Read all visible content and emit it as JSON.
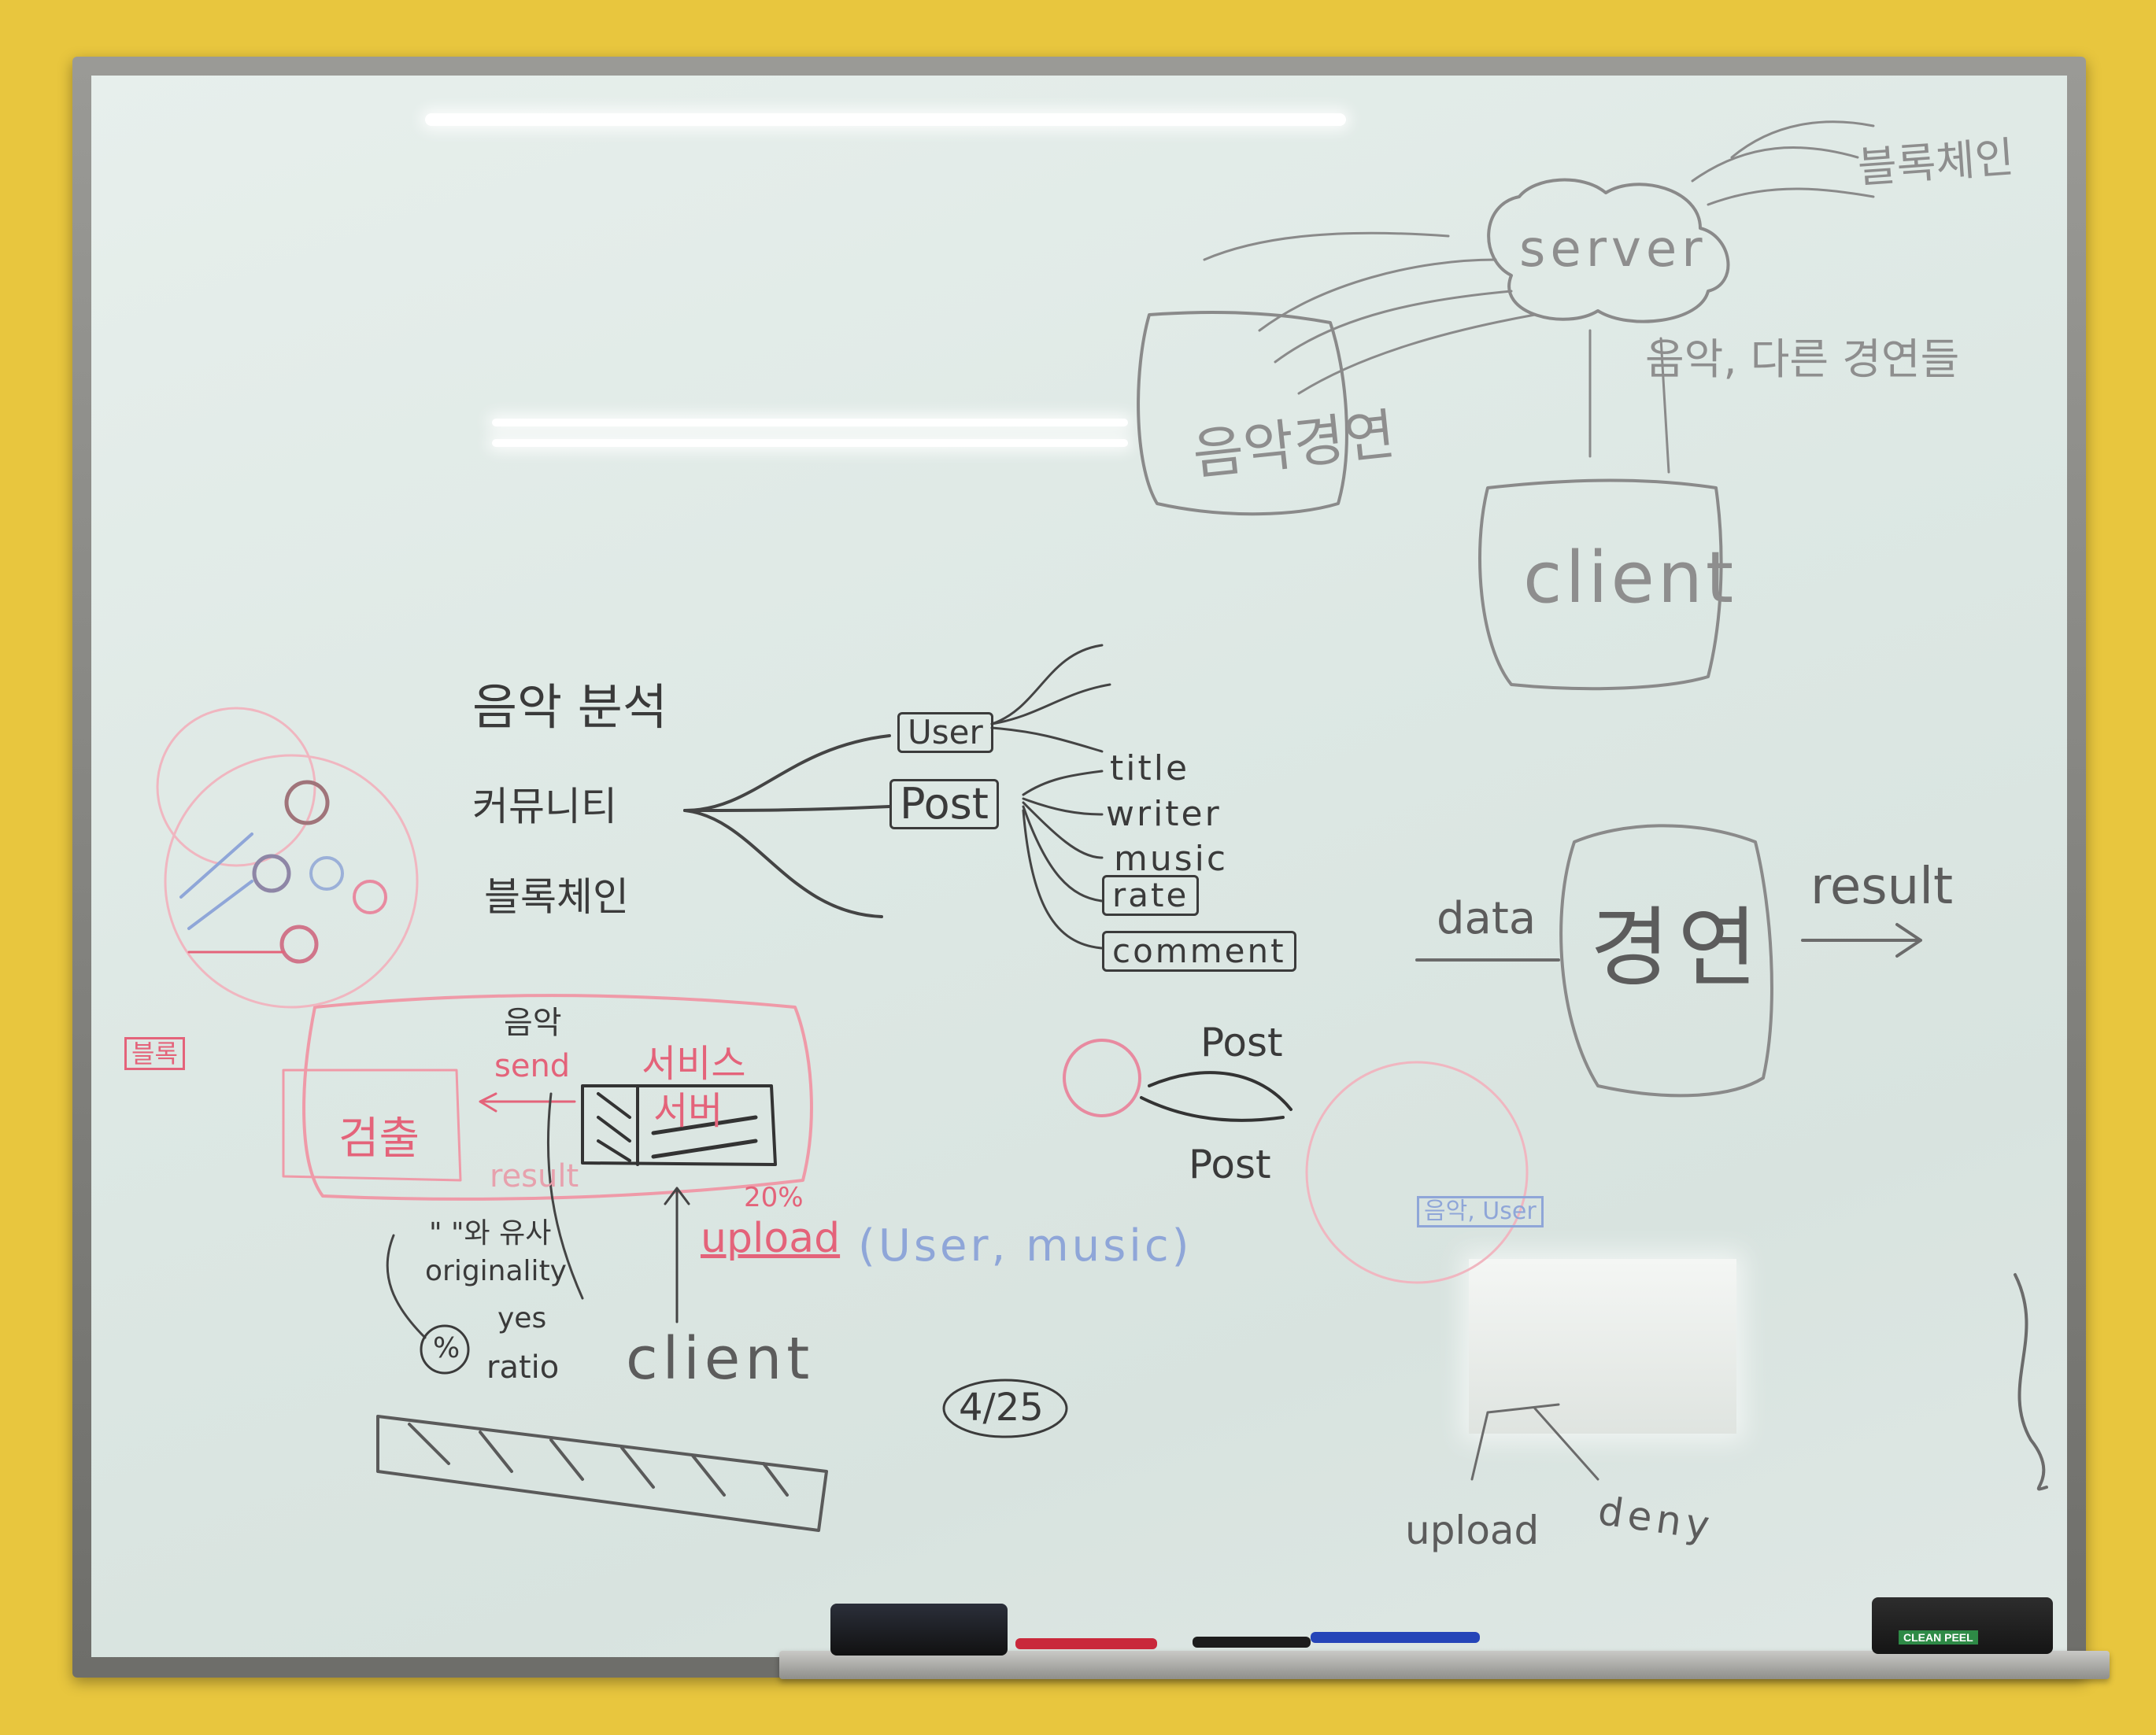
{
  "board": {
    "top_right": {
      "server": "server",
      "blockchain": "블록체인",
      "music_contest": "음악경연",
      "music_other": "음악, 다른 경연들",
      "client": "client"
    },
    "features": [
      "음악 분석",
      "커뮤니티",
      "블록체인"
    ],
    "tree": {
      "user": "User",
      "post": "Post",
      "post_fields": [
        "title",
        "writer",
        "music",
        "rate",
        "comment"
      ]
    },
    "contest": {
      "data": "data",
      "label": "경연",
      "result": "result"
    },
    "service": {
      "music": "음악",
      "send": "send",
      "service_label": "서비스",
      "server_label": "서버",
      "extract": "검출",
      "result": "result",
      "block_tag": "블록",
      "upload": "upload",
      "upload_args": "(User, music)",
      "percent_tag": "20%",
      "similar": "\" \"와 유사",
      "originality": "originality",
      "yes": "yes",
      "percent_symbol": "%",
      "ratio": "ratio",
      "client": "client"
    },
    "date": "4/25",
    "network": {
      "post_top": "Post",
      "post_bottom": "Post",
      "music_user": "음악, User",
      "upload": "upload",
      "deny": "deny"
    },
    "tray": {
      "eraser_right_label": "CLEAN PEEL"
    }
  }
}
